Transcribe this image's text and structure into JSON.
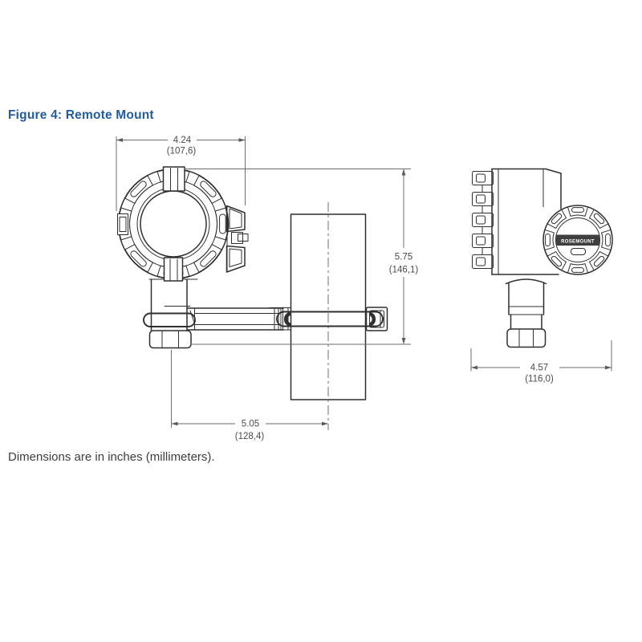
{
  "figure": {
    "title": "Figure 4: Remote Mount",
    "caption": "Dimensions are in inches (millimeters)."
  },
  "drawing": {
    "brand": "ROSEMOUNT",
    "dimensions": {
      "front_width": {
        "inches": "4.24",
        "millimeters": "(107,6)"
      },
      "front_height": {
        "inches": "5.75",
        "millimeters": "(146,1)"
      },
      "front_offset": {
        "inches": "5.05",
        "millimeters": "(128,4)"
      },
      "side_width": {
        "inches": "4.57",
        "millimeters": "(116,0)"
      }
    }
  },
  "colors": {
    "title_blue": "#235c9e",
    "caption_gray": "#3d3d3d",
    "brand_band": "#3f3f3f"
  }
}
